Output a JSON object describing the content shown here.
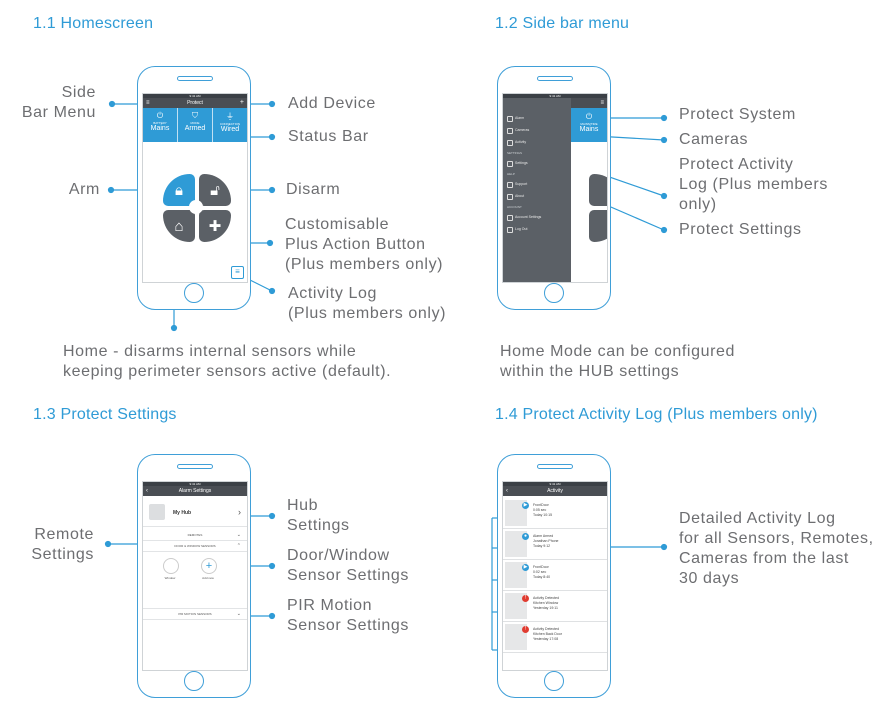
{
  "sections": {
    "s1": "1.1 Homescreen",
    "s2": "1.2 Side bar menu",
    "s3": "1.3 Protect Settings",
    "s4": "1.4 Protect Activity Log (Plus members only)"
  },
  "callouts": {
    "sidebar_menu": [
      "Side",
      "Bar Menu"
    ],
    "add_device": "Add Device",
    "status_bar": "Status Bar",
    "arm": "Arm",
    "disarm": "Disarm",
    "plus_action": [
      "Customisable",
      "Plus Action Button",
      "(Plus members only)"
    ],
    "activity_log": [
      "Activity Log",
      "(Plus members only)"
    ],
    "home_note": [
      "Home - disarms internal sensors while",
      "keeping perimeter sensors active (default)."
    ],
    "protect_system": "Protect System",
    "cameras": "Cameras",
    "protect_activity_log": [
      "Protect Activity",
      "Log (Plus members",
      "only)"
    ],
    "protect_settings": "Protect Settings",
    "home_mode_note": [
      "Home Mode can be configured",
      "within the HUB settings"
    ],
    "remote_settings": [
      "Remote",
      "Settings"
    ],
    "hub_settings": [
      "Hub",
      "Settings"
    ],
    "door_window": [
      "Door/Window",
      "Sensor Settings"
    ],
    "pir_motion": [
      "PIR Motion",
      "Sensor Settings"
    ],
    "detailed_log": [
      "Detailed Activity Log",
      "for all Sensors, Remotes,",
      "Cameras from the last",
      "30 days"
    ]
  },
  "phone1": {
    "time": "9:41 AM",
    "title": "Protect",
    "status_cells": [
      {
        "small": "BATTERY",
        "big": "Mains"
      },
      {
        "small": "MODE",
        "big": "Armed"
      },
      {
        "small": "CONNECTION",
        "big": "Wired"
      }
    ]
  },
  "phone2": {
    "time": "9:41 AM",
    "items": [
      "Alarm",
      "Cameras",
      "Activity"
    ],
    "settings_header": "SETTINGS",
    "settings_item": "Settings",
    "help_header": "HELP",
    "help_items": [
      "Support",
      "About"
    ],
    "account_header": "ACCOUNT",
    "account_items": [
      "Account Settings",
      "Log Out"
    ],
    "status_small": "MAINS/TIRE",
    "status_big": "Mains"
  },
  "phone3": {
    "time": "9:41 AM",
    "title": "Alarm Settings",
    "hub_name": "My Hub",
    "remotes": "REMOTES",
    "door_window": "DOOR & WINDOW SENSORS",
    "sensor_labels": [
      "Window",
      "Add new"
    ],
    "pir": "PIR MOTION SENSORS"
  },
  "phone4": {
    "time": "9:41 AM",
    "title": "Activity",
    "entries": [
      {
        "line1": "FrontDoor",
        "line2": "0:05 sec",
        "line3": "Today 10:15"
      },
      {
        "line1": "Alarm Armed",
        "line2": "Jonathan Phone",
        "line3": "Today 9:12"
      },
      {
        "line1": "FrontDoor",
        "line2": "0:02 sec",
        "line3": "Today 8:40"
      },
      {
        "line1": "Activity Detected",
        "line2": "Kitchen Window",
        "line3": "Yesterday 19:11"
      },
      {
        "line1": "Activity Detected",
        "line2": "Kitchen Back Door",
        "line3": "Yesterday 17:08"
      }
    ]
  },
  "colors": {
    "accent": "#2f9bd6",
    "dark": "#5b6066",
    "text": "#6d6e71",
    "alert": "#e03c31"
  }
}
